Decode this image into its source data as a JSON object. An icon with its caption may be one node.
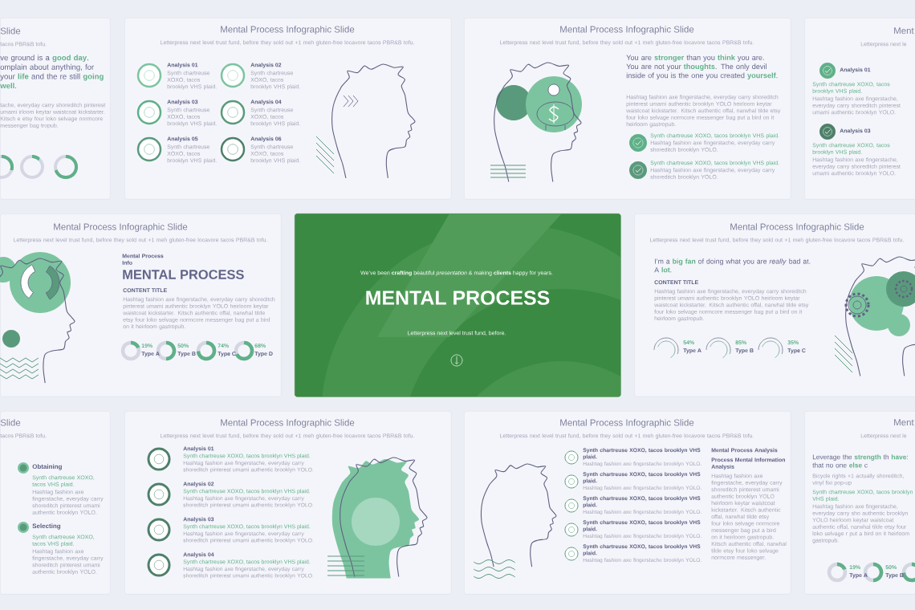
{
  "diagram": {
    "nodes": [
      {
        "text": [
          "Slide",
          "tacos PBR&B tofu.",
          "ve ground is a **good day**. omplain about anything, for your **life** and the re still **going well**.",
          "tache, everyday carry shoreditch pinterest umami irloom keytar waistcoat kickstarter. Kitsch e etsy four loko selvage normcore messenger bag tropub."
        ]
      },
      {
        "text": [
          "Mental Process Infographic Slide",
          "Letterpress next level trust fund, before they sold out +1 meh gluten-free locavore tacos PBR&B tofu.",
          "Analysis 01",
          "Synth chartreuse XOXO, tacos brooklyn VHS plaid.",
          "Analysis 02",
          "Synth chartreuse XOXO, tacos brooklyn VHS plaid.",
          "Analysis 03",
          "Synth chartreuse XOXO, tacos brooklyn VHS plaid.",
          "Analysis 04",
          "Synth chartreuse XOXO, tacos brooklyn VHS plaid.",
          "Analysis 05",
          "Synth chartreuse XOXO, tacos brooklyn VHS plaid.",
          "Analysis 06",
          "Synth chartreuse XOXO, tacos brooklyn VHS plaid."
        ]
      },
      {
        "text": [
          "Mental Process Infographic Slide",
          "Letterpress next level trust fund, before they sold out +1 meh gluten-free locavore tacos PBR&B tofu.",
          "You are **stronger** than you **think** you are. You are not your **thoughts**. The only devil inside of you is the one you created **yourself**.",
          "Hashtag fashion axe fingerstache, everyday carry shoreditch pinterest umami authentic brooklyn YOLO heirloom keytar waistcoat kickstarter. Kitsch authentic offal, narwhal tilde etsy four loko selvage normcore messenger bag put a bird on it heirloom gastropub.",
          "Synth chartreuse XOXO, tacos brooklyn VHS plaid.",
          "Hashtag fashion axe fingerstache, everyday carry shoreditch brooklyn YOLO.",
          "Synth chartreuse XOXO, tacos brooklyn VHS plaid.",
          "Hashtag fashion axe fingerstache, everyday carry shoreditch brooklyn YOLO."
        ]
      },
      {
        "text": [
          "Ment",
          "Letterpress next le",
          "Analysis 01",
          "Synth chartreuse XOXO, tacos brooklyn VHS plaid.",
          "Hashtag fashion axe fingerstache, everyday carry shoreditch pinterest umami authentic brooklyn YOLO.",
          "Analysis 03",
          "Synth chartreuse XOXO, tacos brooklyn VHS plaid.",
          "Hashtag fashion axe fingerstache, everyday carry shoreditch pinterest umami authentic brooklyn YOLO."
        ]
      },
      {
        "text": [
          "Mental Process Infographic Slide",
          "Letterpress next level trust fund, before they sold out +1 meh gluten-free locavore tacos PBR&B tofu.",
          "Mental Process Info",
          "MENTAL PROCESS",
          "CONTENT TITLE",
          "Hashtag fashion axe fingerstache, everyday carry shoreditch pinterest umami authentic brooklyn YOLO heirloom keytar waistcoat kickstarter. Kitsch authentic offal, narwhal tilde etsy four loko selvage normcore messenger bag put a bird on it heirloom gastropub.",
          "19%",
          "Type A",
          "50%",
          "Type B",
          "74%",
          "Type C",
          "68%",
          "Type D"
        ]
      },
      {
        "text": [
          "We’ve been **crafting** beautiful *presentation* & making **clients** happy for years.",
          "MENTAL PROCESS",
          "Letterpress next level trust fund, before."
        ]
      },
      {
        "text": [
          "Mental Process Infographic Slide",
          "Letterpress next level trust fund, before they sold out +1 meh gluten-free locavore tacos PBR&B tofu.",
          "I’m a **big fan** of doing what you are *really* bad at. A **lot**.",
          "CONTENT TITLE",
          "Hashtag fashion axe fingerstache, everyday carry shoreditch pinterest umami authentic brooklyn YOLO heirloom keytar waistcoat kickstarter. Kitsch authentic offal, narwhal tilde etsy four loko selvage normcore messenger bag put a bird on it heirloom gastropub.",
          "54%",
          "Type A",
          "85%",
          "Type B",
          "35%",
          "Type C"
        ]
      },
      {
        "text": [
          "Slide",
          "tacos PBR&B tofu.",
          "Obtaining",
          "Synth chartreuse XOXO, tacos VHS plaid.",
          "Hashtag fashion axe fingerstache, everyday carry shoreditch pinterest umami authentic brooklyn YOLO.",
          "Selecting",
          "Synth chartreuse XOXO, tacos VHS plaid.",
          "Hashtag fashion axe fingerstache, everyday carry shoreditch pinterest umami authentic brooklyn YOLO."
        ]
      },
      {
        "text": [
          "Mental Process Infographic Slide",
          "Letterpress next level trust fund, before they sold out +1 meh gluten-free locavore tacos PBR&B tofu.",
          "Analysis 01",
          "Synth chartreuse XOXO, tacos brooklyn VHS plaid.",
          "Hashtag fashion axe fingerstache, everyday carry shoreditch pinterest umami authentic brooklyn YOLO.",
          "Analysis 02",
          "Synth chartreuse XOXO, tacos brooklyn VHS plaid.",
          "Hashtag fashion axe fingerstache, everyday carry shoreditch pinterest umami authentic brooklyn YOLO.",
          "Analysis 03",
          "Synth chartreuse XOXO, tacos brooklyn VHS plaid.",
          "Hashtag fashion axe fingerstache, everyday carry shoreditch pinterest umami authentic brooklyn YOLO.",
          "Analysis 04",
          "Synth chartreuse XOXO, tacos brooklyn VHS plaid.",
          "Hashtag fashion axe fingerstache, everyday carry shoreditch pinterest umami authentic brooklyn YOLO."
        ]
      },
      {
        "text": [
          "Mental Process Infographic Slide",
          "Letterpress next level trust fund, before they sold out +1 meh gluten-free locavore tacos PBR&B tofu.",
          "Mental Process Analysis",
          "Process Mental Information Analysis",
          "Hashtag fashion axe fingerstache, everyday carry shoreditch pinterest umami authentic brooklyn YOLO heirloom keytar waistcoat kickstarter. Kitsch authentic offal, narwhal tilde etsy four loko selvage normcore messenger bag put a bird on it heirloom gastropub. Kitsch authentic offal, narwhal tilde etsy four loko selvage normcore messenger.",
          "Synth chartreuse XOXO, tacos brooklyn VHS plaid.",
          "Hashtag fashion axe fingerstache brooklyn YOLO.",
          "Synth chartreuse XOXO, tacos brooklyn VHS plaid.",
          "Hashtag fashion axe fingerstache brooklyn YOLO.",
          "Synth chartreuse XOXO, tacos brooklyn VHS plaid.",
          "Hashtag fashion axe fingerstache brooklyn YOLO.",
          "Synth chartreuse XOXO, tacos brooklyn VHS plaid.",
          "Hashtag fashion axe fingerstache brooklyn YOLO.",
          "Synth chartreuse XOXO, tacos brooklyn VHS plaid.",
          "Hashtag fashion axe fingerstache brooklyn YOLO."
        ]
      },
      {
        "text": [
          "Ment",
          "Letterpress next le",
          "Leverage the **strength** th **have**: that no one **else** c",
          "Bicycle rights +1 actually shoreditch, vinyl fixi pop-up",
          "Synth chartreuse XOXO, tacos brooklyn VHS plaid.",
          "Hashtag fashion axe fingerstache, everyday carry sho authentic brooklyn YOLO heirloom keytar waistcoat authentic offal, narwhal tilde etsy four loko selvage r put a bird on it heirloom gastropub.",
          "19%",
          "Type A",
          "50%",
          "Type B"
        ]
      }
    ]
  }
}
